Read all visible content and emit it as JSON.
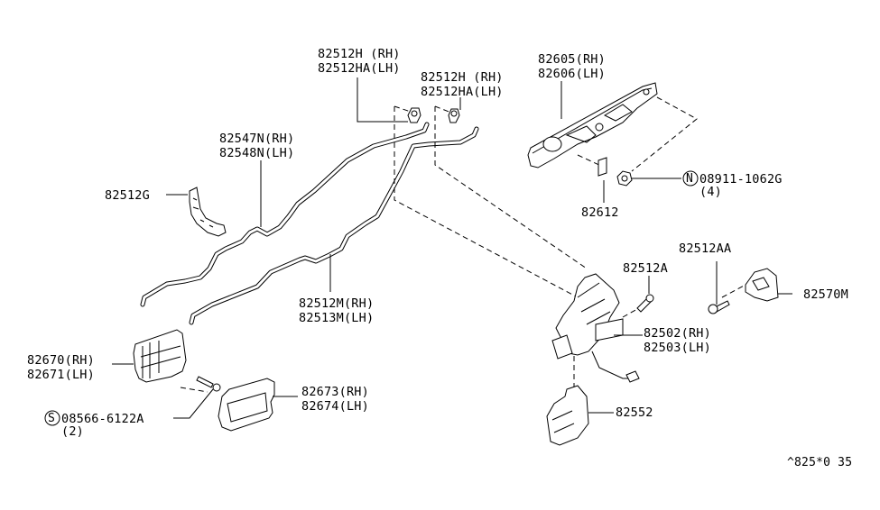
{
  "diagram": {
    "type": "exploded parts diagram",
    "subject": "door lock, handle and linkage assembly",
    "callouts": [
      {
        "id": "clip-upper-left",
        "lines": [
          "82512H (RH)",
          "82512HA(LH)"
        ]
      },
      {
        "id": "clip-upper-right",
        "lines": [
          "82512H (RH)",
          "82512HA(LH)"
        ]
      },
      {
        "id": "outside-handle",
        "lines": [
          "82605(RH)",
          "82606(LH)"
        ]
      },
      {
        "id": "rod-upper",
        "lines": [
          "82547N(RH)",
          "82548N(LH)"
        ]
      },
      {
        "id": "nut",
        "symbol": "N",
        "lines": [
          "08911-1062G",
          "(4)"
        ]
      },
      {
        "id": "bracket",
        "lines": [
          "82512G"
        ]
      },
      {
        "id": "handle-clip",
        "lines": [
          "82612"
        ]
      },
      {
        "id": "screw-a",
        "lines": [
          "82512A"
        ]
      },
      {
        "id": "screw-aa",
        "lines": [
          "82512AA"
        ]
      },
      {
        "id": "striker",
        "lines": [
          "82570M"
        ]
      },
      {
        "id": "rod-lower",
        "lines": [
          "82512M(RH)",
          "82513M(LH)"
        ]
      },
      {
        "id": "door-lock",
        "lines": [
          "82502(RH)",
          "82503(LH)"
        ]
      },
      {
        "id": "inside-handle",
        "lines": [
          "82670(RH)",
          "82671(LH)"
        ]
      },
      {
        "id": "screw-s",
        "symbol": "S",
        "lines": [
          "08566-6122A",
          "(2)"
        ]
      },
      {
        "id": "escutcheon",
        "lines": [
          "82673(RH)",
          "82674(LH)"
        ]
      },
      {
        "id": "lock-cover",
        "lines": [
          "82552"
        ]
      }
    ],
    "footer_code": "^825*0 35"
  }
}
